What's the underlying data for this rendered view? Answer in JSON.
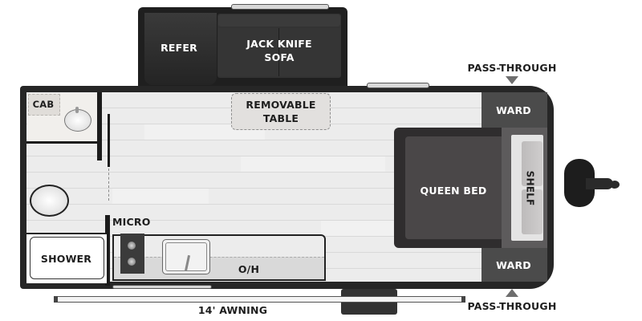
{
  "floorplan": {
    "labels": {
      "refer": "REFER",
      "sofa_line1": "JACK KNIFE",
      "sofa_line2": "SOFA",
      "table_line1": "REMOVABLE",
      "table_line2": "TABLE",
      "cab": "CAB",
      "micro": "MICRO",
      "shower": "SHOWER",
      "overhead": "O/H",
      "queen_bed": "QUEEN BED",
      "shelf": "SHELF",
      "ward_top": "WARD",
      "ward_bottom": "WARD",
      "pass_through_top": "PASS-THROUGH",
      "pass_through_bottom": "PASS-THROUGH",
      "awning": "14' AWNING"
    },
    "colors": {
      "shell": "#262626",
      "floor": "#ececec",
      "bed": "#4a4748",
      "ward": "#4b4b4b",
      "slide_out": "#2e2d2e",
      "pass_through_arrow": "#6e6e6e"
    }
  }
}
